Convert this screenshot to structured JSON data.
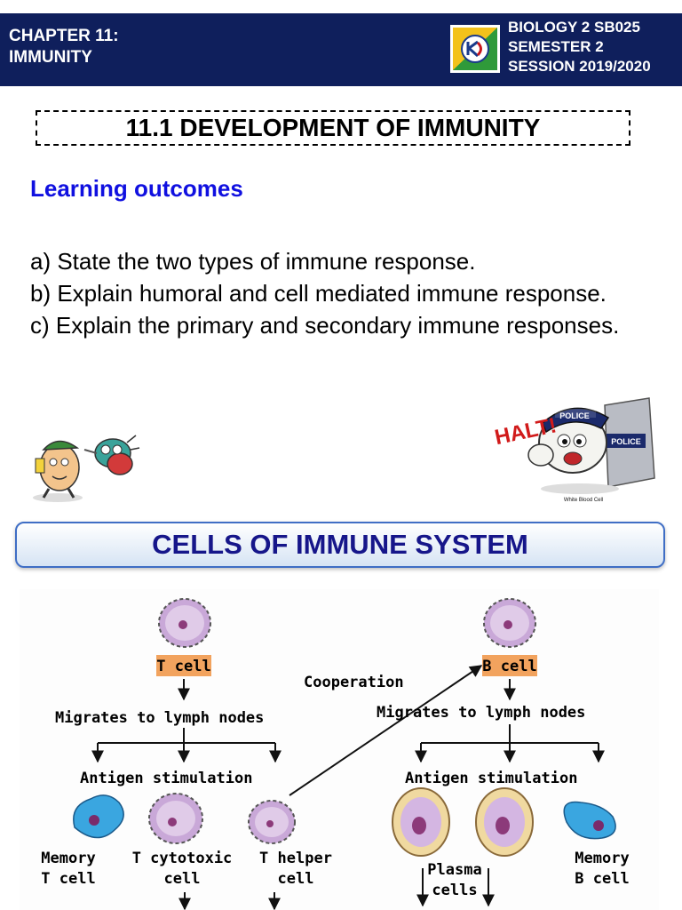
{
  "header": {
    "chapter_line1": "CHAPTER 11:",
    "chapter_line2": "IMMUNITY",
    "course": "BIOLOGY 2 SB025",
    "semester": "SEMESTER 2",
    "session": "SESSION 2019/2020"
  },
  "section_title": "11.1 DEVELOPMENT OF IMMUNITY",
  "learning_outcomes": {
    "heading": "Learning outcomes",
    "items": [
      {
        "marker": "a) ",
        "text": "State the two types of immune response."
      },
      {
        "marker": "b) ",
        "text": "Explain humoral and cell mediated immune response."
      },
      {
        "marker": "c) ",
        "text": "Explain the primary and secondary immune responses."
      }
    ]
  },
  "cartoon": {
    "halt": "HALT!",
    "police_cap": "POLICE",
    "police_shield": "POLICE",
    "caption": "White Blood Cell"
  },
  "banner": "CELLS OF IMMUNE SYSTEM",
  "diagram": {
    "t_cell": "T cell",
    "b_cell": "B cell",
    "cooperation": "Cooperation",
    "migrates_left": "Migrates to lymph nodes",
    "migrates_right": "Migrates to lymph nodes",
    "antigen_left": "Antigen stimulation",
    "antigen_right": "Antigen stimulation",
    "memory_t_1": "Memory",
    "memory_t_2": "T cell",
    "t_cytotoxic_1": "T cytotoxic",
    "t_cytotoxic_2": "cell",
    "t_helper_1": "T helper",
    "t_helper_2": "cell",
    "plasma_1": "Plasma",
    "plasma_2": "cells",
    "memory_b_1": "Memory",
    "memory_b_2": "B cell"
  },
  "colors": {
    "header_bg": "#0f1f5c",
    "heading_blue": "#1010e0",
    "banner_text": "#16168a",
    "cell_label_bg": "#f2a35e",
    "cell_purple": "#c9a8d8",
    "memory_cell_blue": "#3aa6e0"
  }
}
